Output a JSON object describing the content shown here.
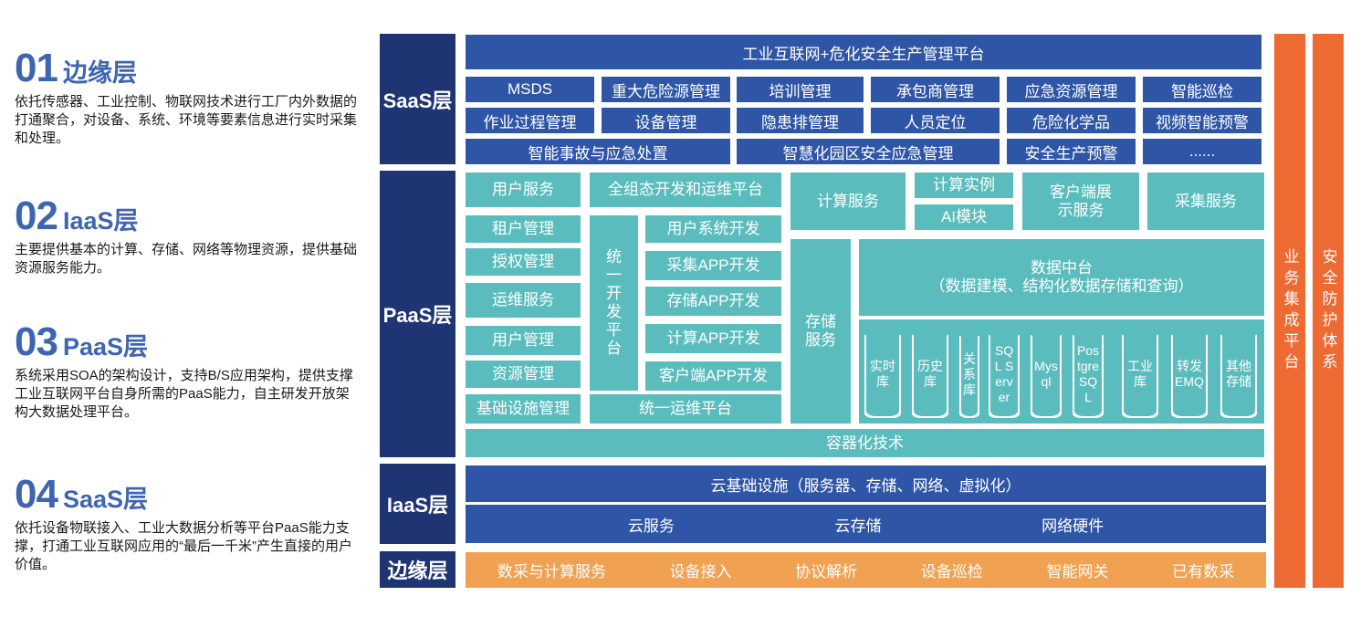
{
  "sections": [
    {
      "num": "01",
      "title": "边缘层",
      "desc": "依托传感器、工业控制、物联网技术进行工厂内外数据的打通聚合，对设备、系统、环境等要素信息进行实时采集和处理。"
    },
    {
      "num": "02",
      "title": "IaaS层",
      "desc": "主要提供基本的计算、存储、网络等物理资源，提供基础资源服务能力。"
    },
    {
      "num": "03",
      "title": "PaaS层",
      "desc": "系统采用SOA的架构设计，支持B/S应用架构，提供支撑工业互联网平台自身所需的PaaS能力，自主研发开放架构大数据处理平台。"
    },
    {
      "num": "04",
      "title": "SaaS层",
      "desc": "依托设备物联接入、工业大数据分析等平台PaaS能力支撑，打通工业互联网应用的“最后一千米”产生直接的用户价值。"
    }
  ],
  "layers": {
    "saas": "SaaS层",
    "paas": "PaaS层",
    "iaas": "IaaS层",
    "edge": "边缘层"
  },
  "saas": {
    "top": "工业互联网+危化安全生产管理平台",
    "row1": [
      "MSDS",
      "重大危险源管理",
      "培训管理",
      "承包商管理",
      "应急资源管理",
      "智能巡检"
    ],
    "row2": [
      "作业过程管理",
      "设备管理",
      "隐患排管理",
      "人员定位",
      "危险化学品",
      "视频智能预警"
    ],
    "row3": [
      "智能事故与应急处置",
      "智慧化园区安全应急管理",
      "安全生产预警",
      "......"
    ]
  },
  "paas": {
    "left": [
      "用户服务",
      "租户管理",
      "授权管理",
      "运维服务",
      "用户管理",
      "资源管理",
      "基础设施管理"
    ],
    "dev_platform": "全组态开发和运维平台",
    "unified_dev": "统一开发平台",
    "dev_items": [
      "用户系统开发",
      "采集APP开发",
      "存储APP开发",
      "计算APP开发",
      "客户端APP开发"
    ],
    "unified_ops": "统一运维平台",
    "compute": "计算服务",
    "compute_instance": "计算实例",
    "ai": "AI模块",
    "client_display": "客户端展示服务",
    "collect": "采集服务",
    "storage": "存储服务",
    "data_center_title": "数据中台",
    "data_center_sub": "（数据建模、结构化数据存储和查询）",
    "dbs": [
      "实时库",
      "历史库",
      "关系库",
      "SQL Server",
      "Mysql",
      "Postgre SQL",
      "工业库",
      "转发EMQ",
      "其他存储"
    ],
    "container": "容器化技术"
  },
  "iaas": {
    "top": "云基础设施（服务器、存储、网络、虚拟化）",
    "items": [
      "云服务",
      "云存储",
      "网络硬件"
    ]
  },
  "edge": {
    "items": [
      "数采与计算服务",
      "设备接入",
      "协议解析",
      "设备巡检",
      "智能网关",
      "已有数采"
    ]
  },
  "side": {
    "business": "业务集成平台",
    "security": "安全防护体系"
  },
  "colors": {
    "layer": "#1f3473",
    "blue": "#2f56a6",
    "teal": "#5bbcbd",
    "orange": "#f0a152",
    "side": "#ee6a33",
    "heading": "#3e65b0"
  }
}
